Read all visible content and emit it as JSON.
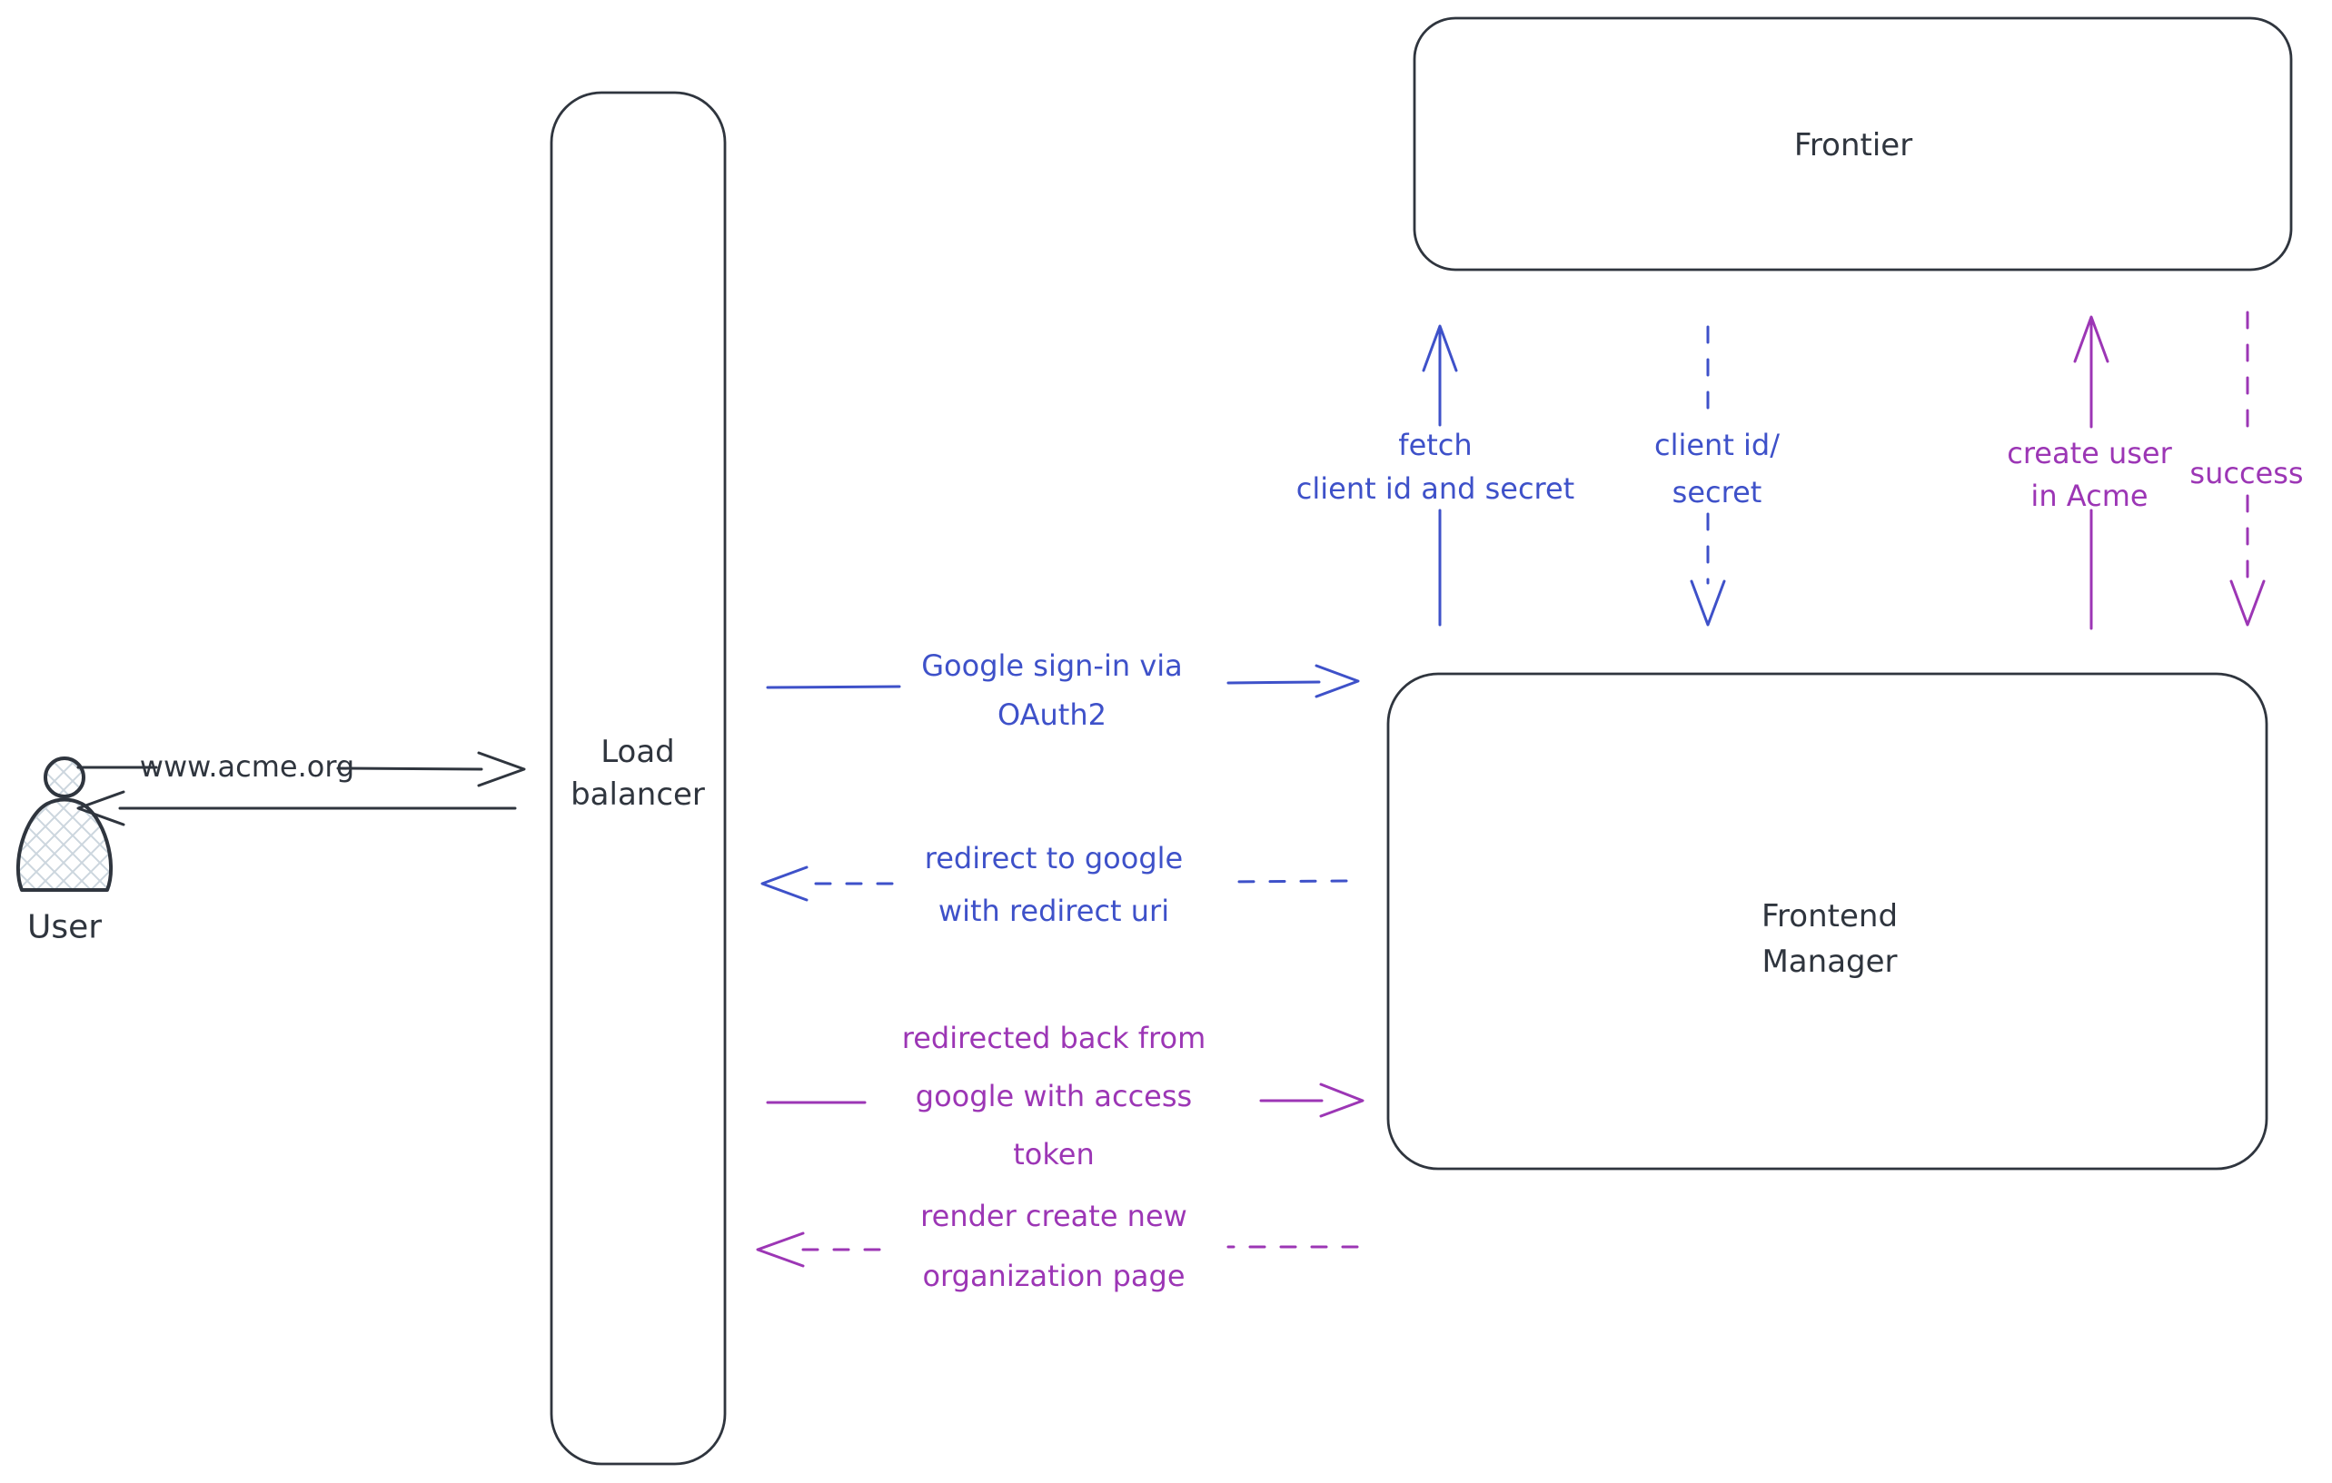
{
  "diagram": {
    "type": "architecture-flow",
    "background": "#ffffff",
    "colors": {
      "dark": "#2f353e",
      "blue": "#3e51c9",
      "purple": "#9c36b5",
      "hatch_fill": "#ccd6de"
    }
  },
  "nodes": {
    "user": {
      "label": "User"
    },
    "load_balancer": {
      "label_line1": "Load",
      "label_line2": "balancer"
    },
    "frontier": {
      "label": "Frontier"
    },
    "frontend_manager": {
      "label_line1": "Frontend",
      "label_line2": "Manager"
    }
  },
  "arrows": {
    "www_acme": {
      "label": "www.acme.org",
      "style": "solid",
      "color": "dark",
      "from": "user",
      "to": "load_balancer"
    },
    "response_to_user": {
      "label": "",
      "style": "solid",
      "color": "dark",
      "from": "load_balancer",
      "to": "user"
    },
    "google_signin": {
      "label_line1": "Google sign-in via",
      "label_line2": "OAuth2",
      "style": "solid",
      "color": "blue",
      "from": "load_balancer",
      "to": "frontend_manager"
    },
    "redirect_google": {
      "label_line1": "redirect to google",
      "label_line2": "with redirect uri",
      "style": "dashed",
      "color": "blue",
      "from": "frontend_manager",
      "to": "load_balancer"
    },
    "redirected_back": {
      "label_line1": "redirected back from",
      "label_line2": "google with access",
      "label_line3": "token",
      "style": "solid",
      "color": "purple",
      "from": "load_balancer",
      "to": "frontend_manager"
    },
    "render_org_page": {
      "label_line1": "render create new",
      "label_line2": "organization page",
      "style": "dashed",
      "color": "purple",
      "from": "frontend_manager",
      "to": "load_balancer"
    },
    "fetch_client": {
      "label_line1": "fetch",
      "label_line2": "client id and secret",
      "style": "solid",
      "color": "blue",
      "from": "frontend_manager",
      "to": "frontier"
    },
    "client_id_secret": {
      "label_line1": "client id/",
      "label_line2": "secret",
      "style": "dashed",
      "color": "blue",
      "from": "frontier",
      "to": "frontend_manager"
    },
    "create_user": {
      "label_line1": "create user",
      "label_line2": "in Acme",
      "style": "solid",
      "color": "purple",
      "from": "frontend_manager",
      "to": "frontier"
    },
    "success": {
      "label": "success",
      "style": "dashed",
      "color": "purple",
      "from": "frontier",
      "to": "frontend_manager"
    }
  }
}
